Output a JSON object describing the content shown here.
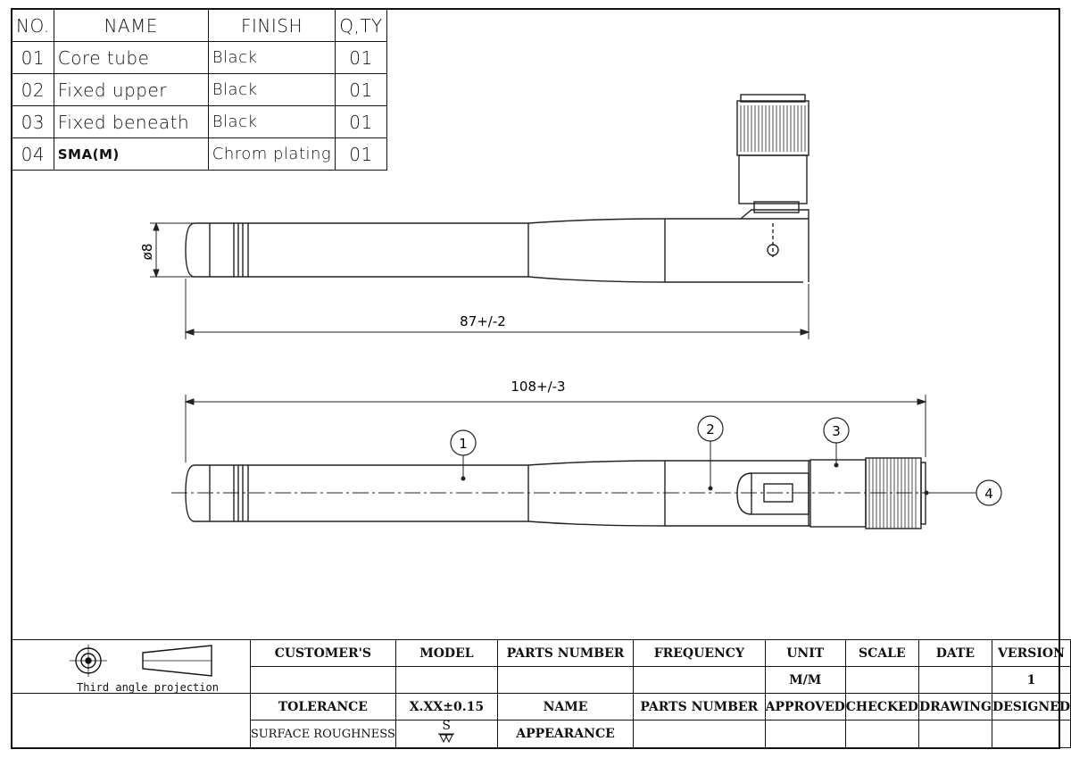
{
  "bom": {
    "headers": {
      "no": "NO.",
      "name": "NAME",
      "finish": "FINISH",
      "qty": "Q,TY"
    },
    "rows": [
      {
        "no": "01",
        "name": "Core tube",
        "finish": "Black",
        "qty": "01"
      },
      {
        "no": "02",
        "name": "Fixed upper",
        "finish": "Black",
        "qty": "01"
      },
      {
        "no": "03",
        "name": "Fixed beneath",
        "finish": "Black",
        "qty": "01"
      },
      {
        "no": "04",
        "name": "SMA(M)",
        "finish": "Chrom plating",
        "qty": "01"
      }
    ]
  },
  "drawing": {
    "dim_diameter": "ø8",
    "dim_length_top": "87+/-2",
    "dim_length_bottom": "108+/-3",
    "balloons": [
      "1",
      "2",
      "3",
      "4"
    ]
  },
  "title_block": {
    "projection_label": "Third angle projection",
    "row1": [
      "CUSTOMER'S",
      "MODEL",
      "PARTS NUMBER",
      "FREQUENCY",
      "UNIT",
      "SCALE",
      "DATE",
      "VERSION"
    ],
    "row2": {
      "unit": "M/M",
      "version": "1"
    },
    "row3": [
      "TOLERANCE",
      "X.XX±0.15",
      "NAME",
      "PARTS NUMBER",
      "APPROVED",
      "CHECKED",
      "DRAWING",
      "DESIGNED"
    ],
    "row4": {
      "surface_roughness": "SURFACE ROUGHNESS",
      "roughness_symbol": "S",
      "appearance": "APPEARANCE"
    }
  }
}
